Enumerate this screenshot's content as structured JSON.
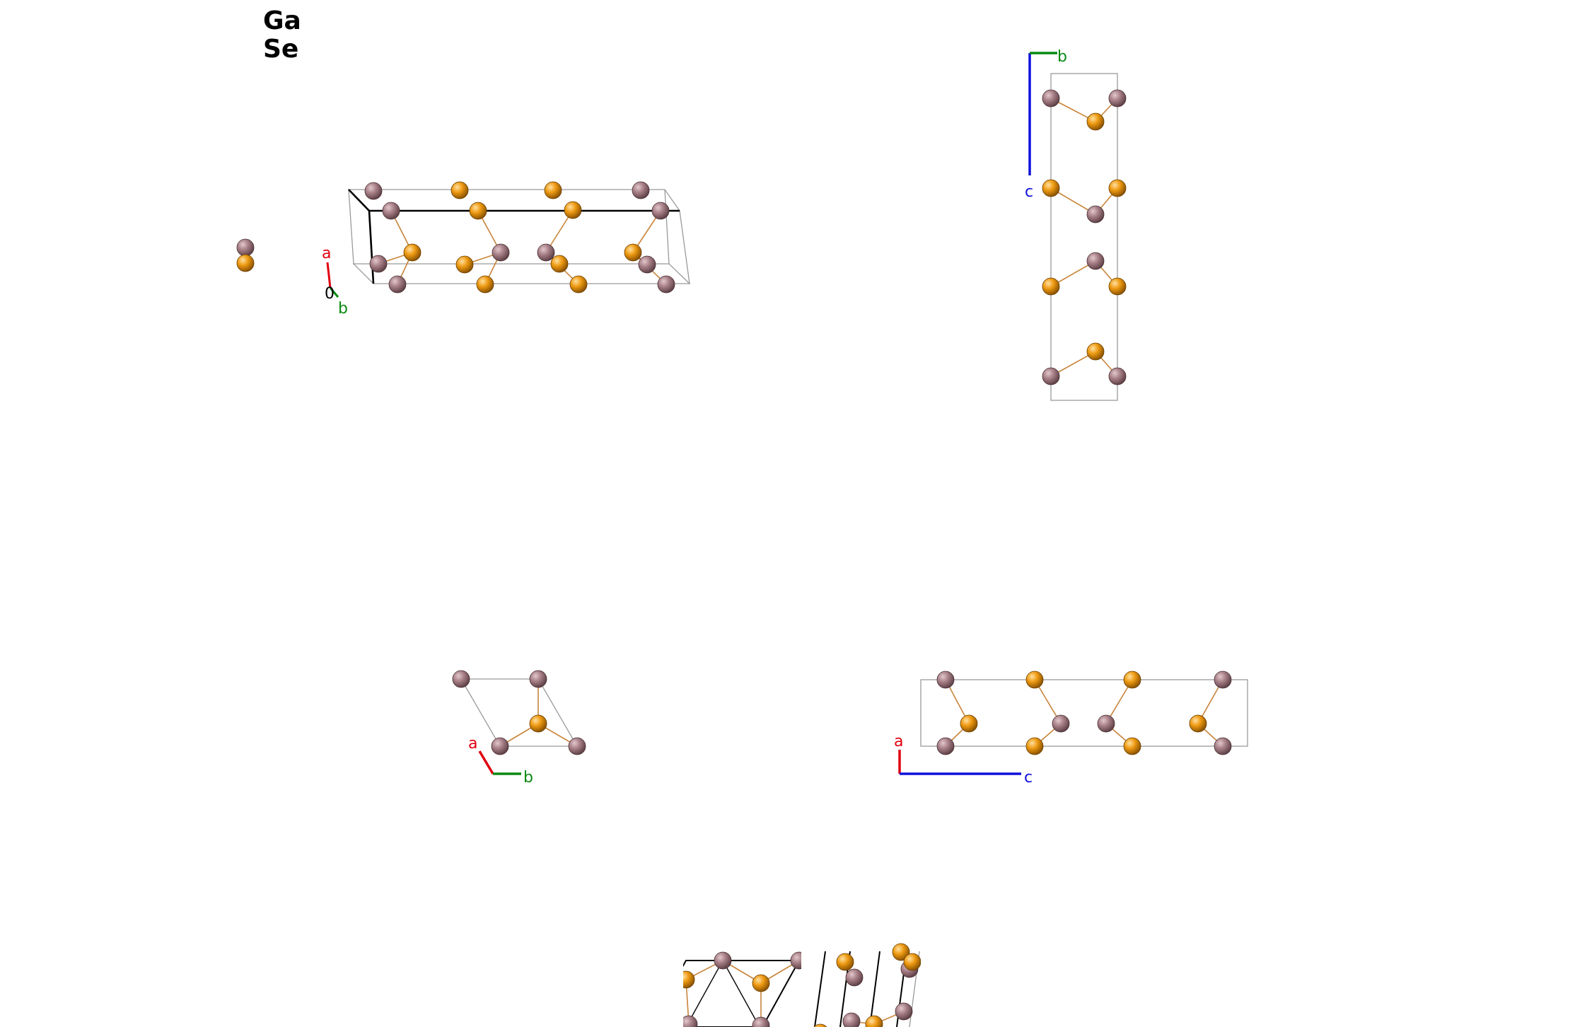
{
  "legend": {
    "elements": [
      "Ga",
      "Se"
    ]
  },
  "colors": {
    "ga_atom": "#a88088",
    "se_atom": "#ee9a12",
    "axis_a": "#e0000f",
    "axis_b": "#0a8a12",
    "axis_c": "#1010dd",
    "cell_line": "#9a9a9a"
  },
  "views": {
    "perspective": {
      "axes": {
        "a": "a",
        "b": "b",
        "origin": "0"
      }
    },
    "bc": {
      "axes": {
        "b": "b",
        "c": "c"
      }
    },
    "ab": {
      "axes": {
        "a": "a",
        "b": "b"
      }
    },
    "ac": {
      "axes": {
        "a": "a",
        "c": "c"
      }
    }
  }
}
